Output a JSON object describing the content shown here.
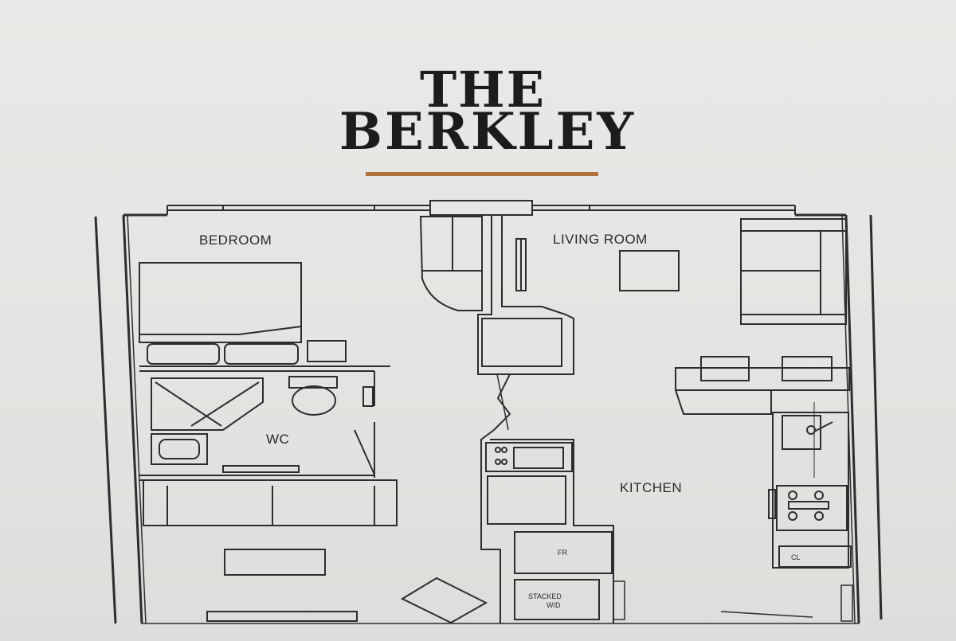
{
  "title": {
    "line1": "THE",
    "line2": "BERKLEY"
  },
  "rooms": {
    "bedroom": "BEDROOM",
    "living_room": "LIVING ROOM",
    "wc": "WC",
    "kitchen": "KITCHEN"
  },
  "fixtures": {
    "fridge": "FR",
    "washer_line1": "STACKED",
    "washer_line2": "W/D",
    "closet": "CL"
  },
  "colors": {
    "accent_rule": "#b0713a",
    "ink": "#2a2a2a",
    "paper": "#e6e7e4"
  }
}
